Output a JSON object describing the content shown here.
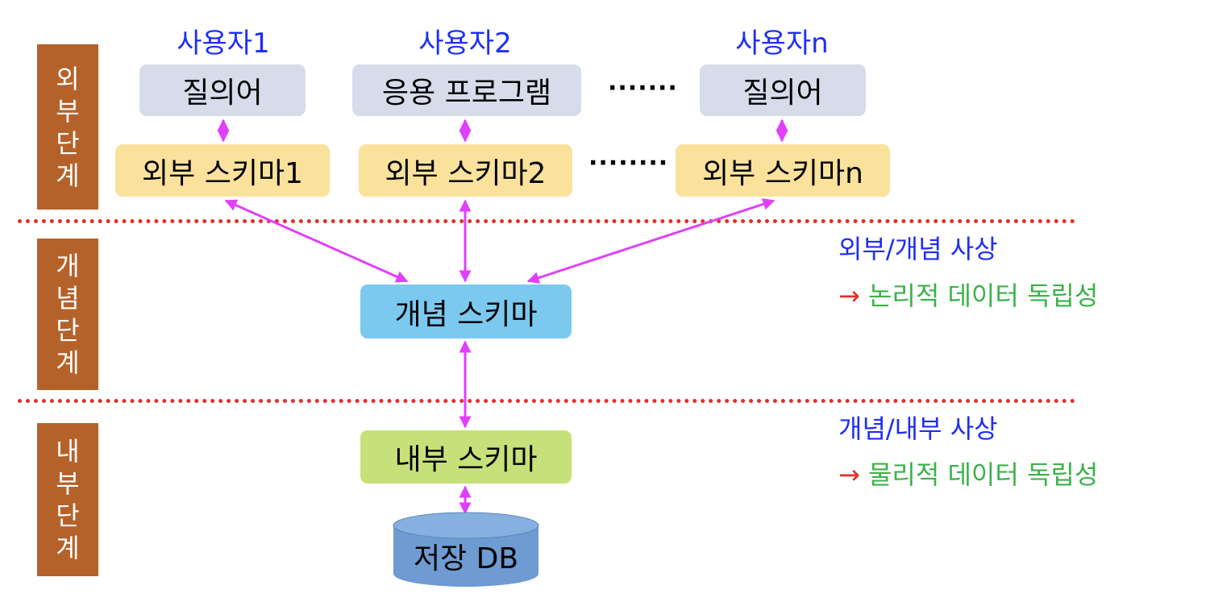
{
  "stages": {
    "external": [
      "외",
      "부",
      "단",
      "계"
    ],
    "conceptual": [
      "개",
      "념",
      "단",
      "계"
    ],
    "internal": [
      "내",
      "부",
      "단",
      "계"
    ]
  },
  "users": [
    "사용자1",
    "사용자2",
    "사용자n"
  ],
  "interfaces": [
    "질의어",
    "응용 프로그램",
    "질의어"
  ],
  "external_schemas": [
    "외부 스키마1",
    "외부 스키마2",
    "외부 스키마n"
  ],
  "ellipsis_top": "·······",
  "ellipsis_mid": "········",
  "conceptual_schema": "개념 스키마",
  "internal_schema": "내부 스키마",
  "storage_db": "저장 DB",
  "mappings": {
    "external_conceptual": {
      "title": "외부/개념 사상",
      "arrow": "→",
      "result": "논리적 데이터 독립성"
    },
    "conceptual_internal": {
      "title": "개념/내부 사상",
      "arrow": "→",
      "result": "물리적 데이터 독립성"
    }
  },
  "colors": {
    "stage_label": "#b5622a",
    "query_box": "#d6dcea",
    "external_schema_box": "#fae29d",
    "conceptual_schema_box": "#7cc9ef",
    "internal_schema_box": "#c6e17a",
    "db_cylinder": "#6e9bd1",
    "connector": "#e040fb",
    "divider": "#e0302a",
    "user_text": "#1f2ef5",
    "result_text": "#3bb24a"
  }
}
